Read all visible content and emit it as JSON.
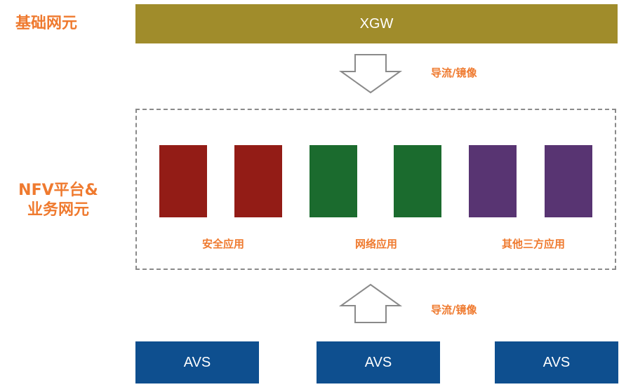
{
  "labels": {
    "base_network": "基础网元",
    "nfv_line1": "NFV平台&",
    "nfv_line2": "业务网元"
  },
  "xgw": {
    "label": "XGW",
    "color": "#a08c2b"
  },
  "flows": {
    "top": "导流/镜像",
    "bottom": "导流/镜像"
  },
  "app_groups": [
    {
      "label": "安全应用",
      "color": "#931c16",
      "blocks": 2
    },
    {
      "label": "网络应用",
      "color": "#1b6b2e",
      "blocks": 2
    },
    {
      "label": "其他三方应用",
      "color": "#583472",
      "blocks": 2
    }
  ],
  "avs": {
    "color": "#0e4f8f",
    "items": [
      {
        "label": "AVS"
      },
      {
        "label": "AVS"
      },
      {
        "label": "AVS"
      }
    ]
  },
  "accent_color": "#ef7a2f"
}
